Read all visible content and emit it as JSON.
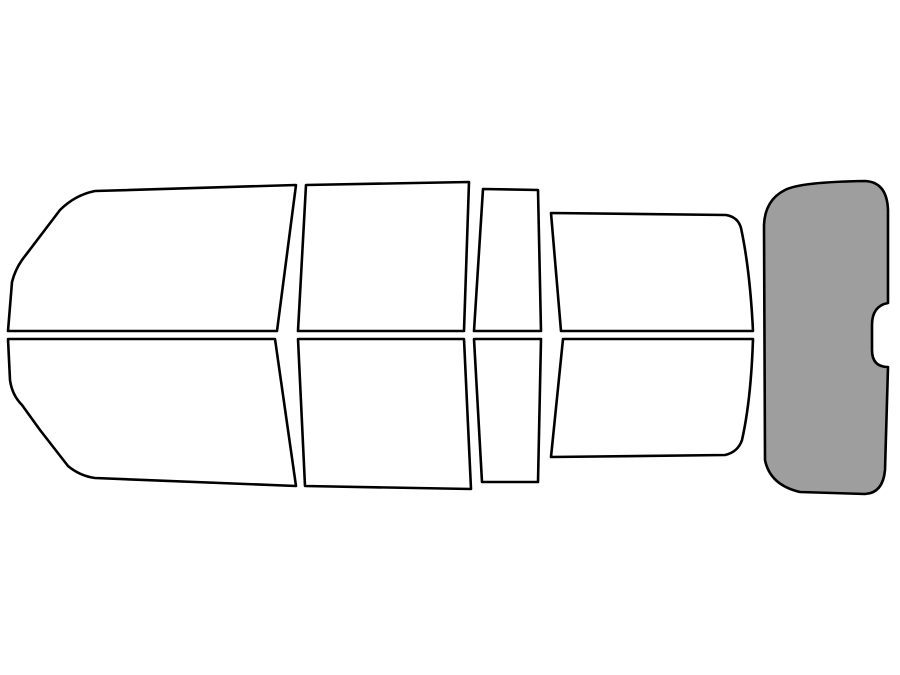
{
  "diagram": {
    "background_color": "#ffffff",
    "outline_color": "#000000",
    "panels": [
      {
        "id": "front-door-upper",
        "fill": "#ffffff",
        "selected": false
      },
      {
        "id": "front-door-lower",
        "fill": "#ffffff",
        "selected": false
      },
      {
        "id": "rear-door-upper",
        "fill": "#ffffff",
        "selected": false
      },
      {
        "id": "rear-door-lower",
        "fill": "#ffffff",
        "selected": false
      },
      {
        "id": "narrow-window-upper",
        "fill": "#ffffff",
        "selected": false
      },
      {
        "id": "narrow-window-lower",
        "fill": "#ffffff",
        "selected": false
      },
      {
        "id": "quarter-window-upper",
        "fill": "#ffffff",
        "selected": false
      },
      {
        "id": "quarter-window-lower",
        "fill": "#ffffff",
        "selected": false
      },
      {
        "id": "rear-windshield",
        "fill": "#9e9e9e",
        "selected": true
      }
    ]
  }
}
